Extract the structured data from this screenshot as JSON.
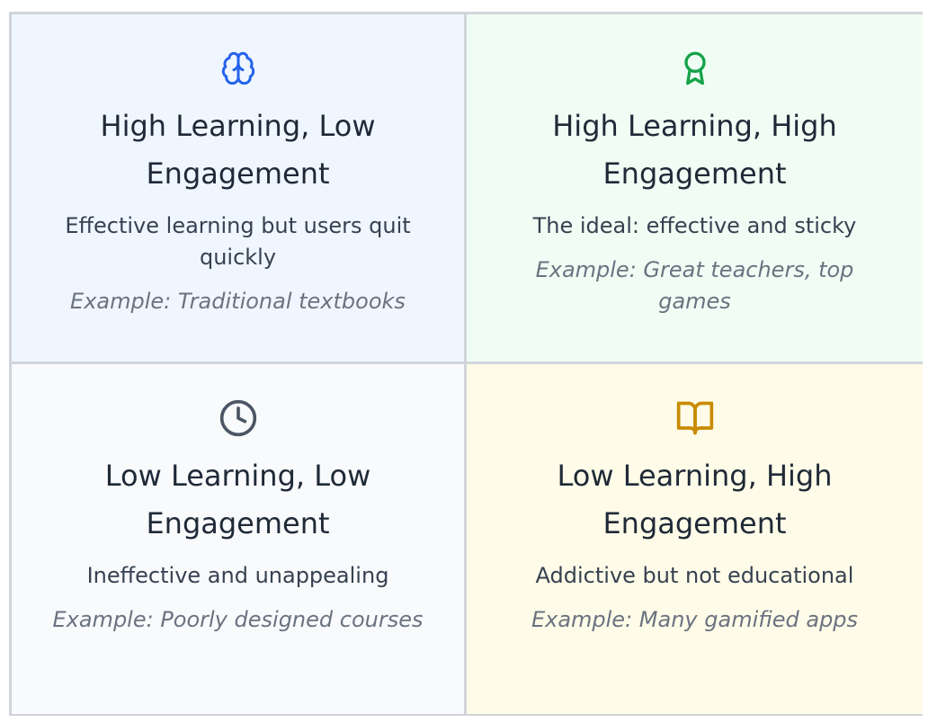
{
  "quadrants": [
    {
      "icon": "brain-icon",
      "icon_color": "#2563eb",
      "background": "#eff6ff",
      "title": "High Learning, Low Engagement",
      "description": "Effective learning but users quit quickly",
      "example": "Example: Traditional textbooks"
    },
    {
      "icon": "award-icon",
      "icon_color": "#16a34a",
      "background": "#f0fdf4",
      "title": "High Learning, High Engagement",
      "description": "The ideal: effective and sticky",
      "example": "Example: Great teachers, top games"
    },
    {
      "icon": "clock-icon",
      "icon_color": "#4b5563",
      "background": "#f8fafc",
      "title": "Low Learning, Low Engagement",
      "description": "Ineffective and unappealing",
      "example": "Example: Poorly designed courses"
    },
    {
      "icon": "book-open-icon",
      "icon_color": "#ca8a04",
      "background": "#fefce8",
      "title": "Low Learning, High Engagement",
      "description": "Addictive but not educational",
      "example": "Example: Many gamified apps"
    }
  ]
}
